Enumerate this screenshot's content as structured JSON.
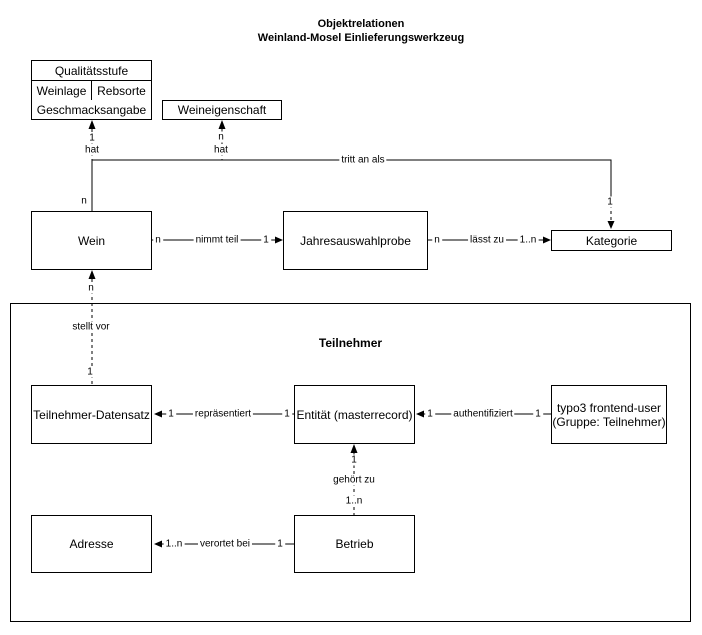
{
  "diagram_title": {
    "line1": "Objektrelationen",
    "line2": "Weinland-Mosel Einlieferungswerkzeug"
  },
  "entities": {
    "qualitaetsstufe": "Qualitätsstufe",
    "weinlage": "Weinlage",
    "rebsorte": "Rebsorte",
    "geschmacksangabe": "Geschmacksangabe",
    "weineigenschaft": "Weineigenschaft",
    "wein": "Wein",
    "jahresauswahlprobe": "Jahresauswahlprobe",
    "kategorie": "Kategorie",
    "teilnehmer_datensatz": "Teilnehmer-Datensatz",
    "entitaet": "Entität (masterrecord)",
    "typo3_user": {
      "line1": "typo3 frontend-user",
      "line2": "(Gruppe: Teilnehmer)"
    },
    "adresse": "Adresse",
    "betrieb": "Betrieb"
  },
  "group": {
    "label": "Teilnehmer"
  },
  "relations": {
    "hat_qualitaet": {
      "label": "hat",
      "cardinality": "1"
    },
    "hat_eigenschaft": {
      "label": "hat",
      "cardinality": "n"
    },
    "tritt_an_als": {
      "label": "tritt an als",
      "source_cardinality": "n",
      "target_cardinality": "1"
    },
    "nimmt_teil": {
      "label": "nimmt teil",
      "left_cardinality": "n",
      "right_cardinality": "1"
    },
    "laesst_zu": {
      "label": "lässt zu",
      "left_cardinality": "n",
      "right_cardinality": "1..n"
    },
    "stellt_vor": {
      "label": "stellt vor",
      "top_cardinality": "n",
      "bottom_cardinality": "1"
    },
    "repraesentiert": {
      "label": "repräsentiert",
      "left_cardinality": "1",
      "right_cardinality": "1"
    },
    "authentifiziert": {
      "label": "authentifiziert",
      "left_cardinality": "1",
      "right_cardinality": "1"
    },
    "gehoert_zu": {
      "label": "gehört zu",
      "top_cardinality": "1",
      "bottom_cardinality": "1..n"
    },
    "verortet_bei": {
      "label": "verortet bei",
      "left_cardinality": "1..n",
      "right_cardinality": "1"
    }
  },
  "colors": {
    "line": "#000000",
    "background": "#ffffff",
    "text": "#000000"
  }
}
